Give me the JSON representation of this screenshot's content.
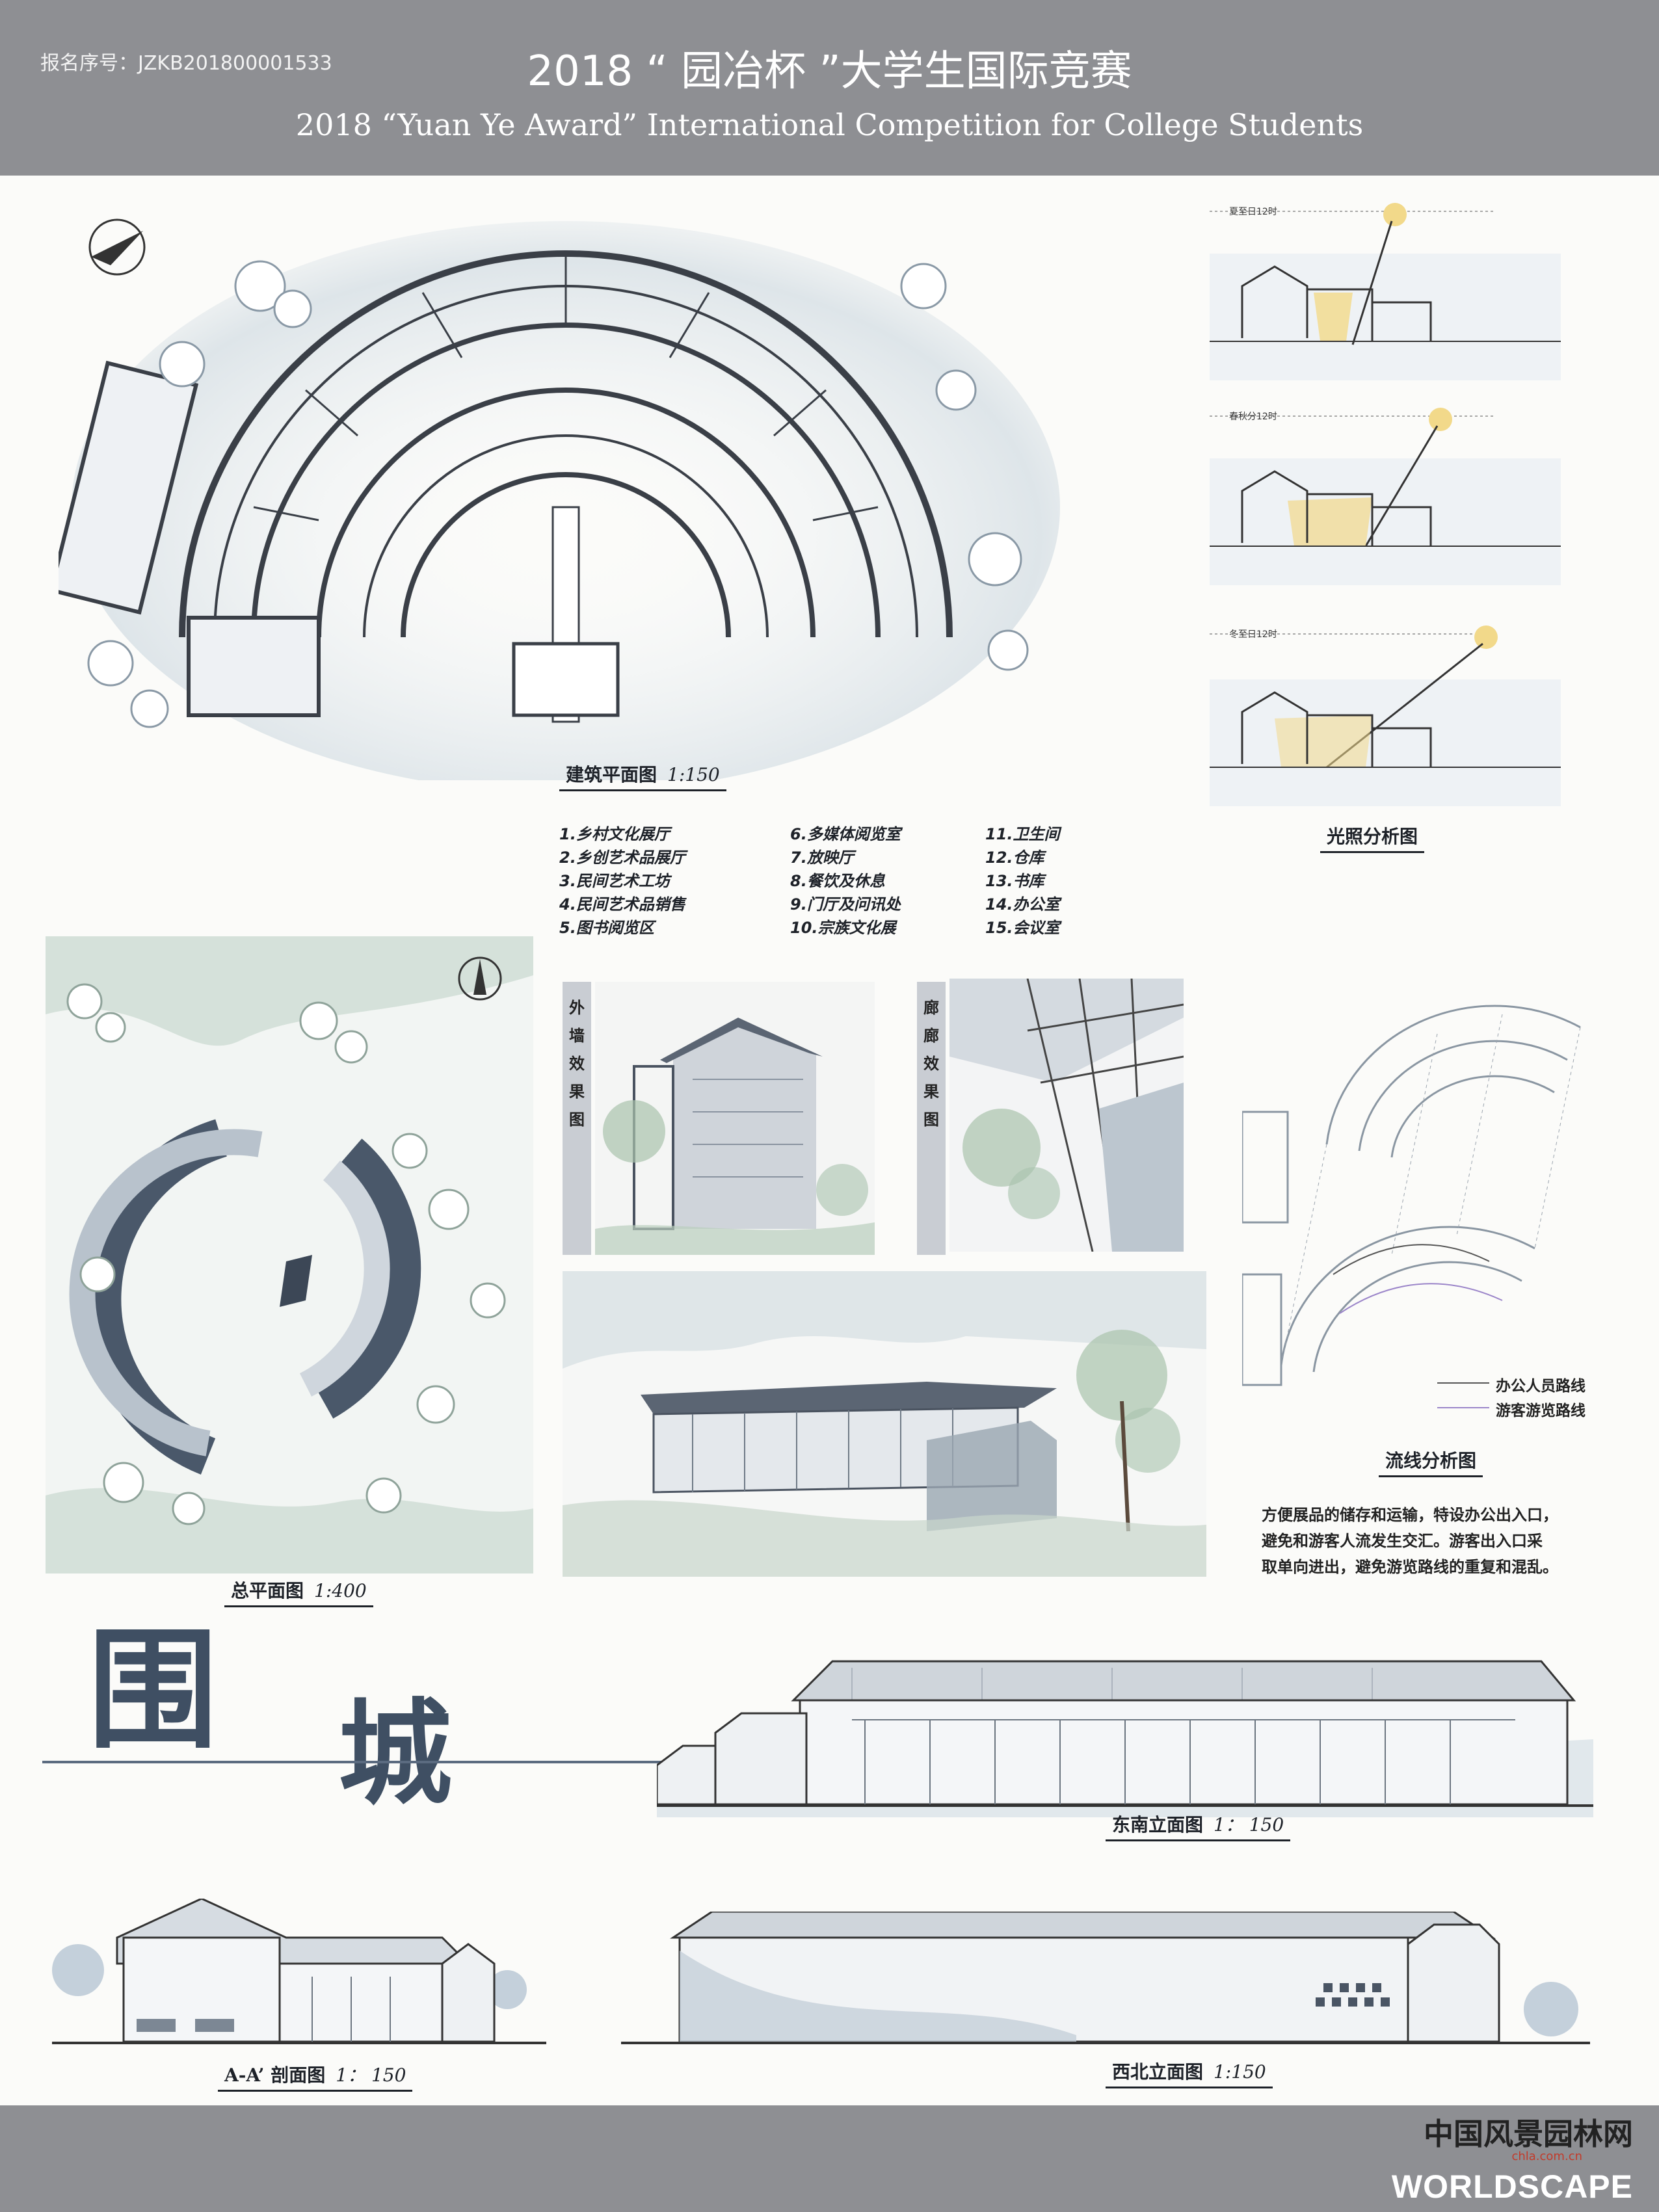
{
  "header": {
    "registration": "报名序号：JZKB201800001533",
    "title_cn": "2018 “ 园冶杯 ”大学生国际竞赛",
    "title_en": "2018 “Yuan Ye Award” International Competition for College Students"
  },
  "floor_plan": {
    "caption": "建筑平面图",
    "scale": "1:150",
    "legend_col1": [
      "1.乡村文化展厅",
      "2.乡创艺术品展厅",
      "3.民间艺术工坊",
      "4.民间艺术品销售",
      "5.图书阅览区"
    ],
    "legend_col2": [
      "6.多媒体阅览室",
      "7.放映厅",
      "8.餐饮及休息",
      "9.门厅及问讯处",
      "10.宗族文化展"
    ],
    "legend_col3": [
      "11.卫生间",
      "12.仓库",
      "13.书库",
      "14.办公室",
      "15.会议室"
    ]
  },
  "sunlight": {
    "caption": "光照分析图",
    "labels": [
      "夏至日12时",
      "春秋分12时",
      "冬至日12时"
    ]
  },
  "site_plan": {
    "caption": "总平面图",
    "scale": "1:400"
  },
  "views": {
    "exterior_wall": [
      "外",
      "墙",
      "效",
      "果",
      "图"
    ],
    "corridor": [
      "廊",
      "廊",
      "效",
      "果",
      "图"
    ]
  },
  "circulation": {
    "caption": "流线分析图",
    "route_staff": "办公人员路线",
    "route_visitor": "游客游览路线",
    "description": [
      "方便展品的储存和运输，特设办公出入口，",
      "避免和游客人流发生交汇。游客出入口采",
      "取单向进出，避免游览路线的重复和混乱。"
    ]
  },
  "project_title": {
    "char1": "围",
    "char2": "城"
  },
  "elevations": {
    "southeast": {
      "caption": "东南立面图",
      "scale": "1： 150"
    },
    "section": {
      "caption": "A-A’ 剖面图",
      "scale": "1： 150"
    },
    "northwest": {
      "caption": "西北立面图",
      "scale": "1:150"
    }
  },
  "footer": {
    "brand_cn": "中国风景园林网",
    "brand_url": "chla.com.cn",
    "brand_en": "WORLDSCAPE"
  },
  "colors": {
    "header_bg": "#8e8f93",
    "ink": "#3f4f63",
    "wash_blue": "#c6d3dc",
    "wash_green": "#a9c3ad",
    "sun_yellow": "#f2d98a"
  }
}
